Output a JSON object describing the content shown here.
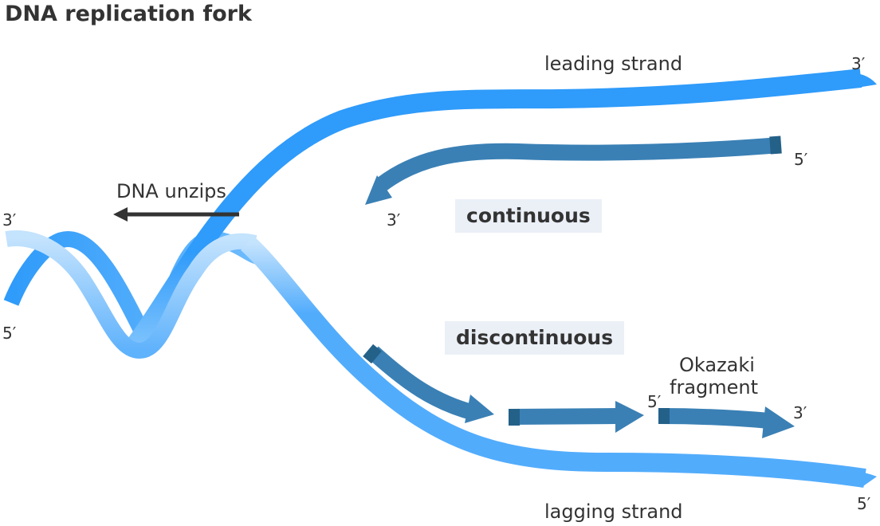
{
  "title": "DNA replication fork",
  "labels": {
    "dna_unzips": "DNA unzips",
    "leading_strand": "leading strand",
    "lagging_strand": "lagging strand",
    "continuous": "continuous",
    "discontinuous": "discontinuous",
    "okazaki_line1": "Okazaki",
    "okazaki_line2": "fragment"
  },
  "ends": {
    "helix_top": "3′",
    "helix_bottom": "5′",
    "leading_parent_end": "3′",
    "leading_new_start": "5′",
    "leading_new_end": "3′",
    "lagging_parent_end": "5′",
    "okazaki_start": "5′",
    "okazaki_end": "3′"
  },
  "colors": {
    "parent_strand": "#2f9bfa",
    "parent_strand_light": "#bde0fc",
    "lagging_parent": "#52acfc",
    "new_strand": "#3a80b5",
    "new_strand_cap": "#246189",
    "arrow": "#333333",
    "tag_bg": "#ebf0f7"
  }
}
